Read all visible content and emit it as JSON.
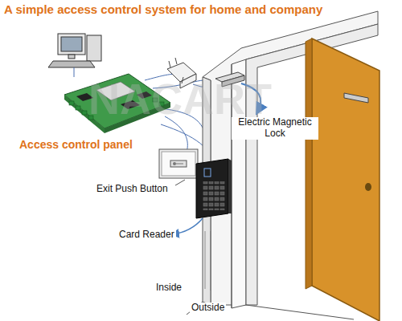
{
  "diagram": {
    "title": "A simple access control system for home and company",
    "labels": [
      "Access control panel",
      "Electric Magnetic Lock",
      "Exit Push Button",
      "Card Reader",
      "Inside",
      "Outside",
      "NACART"
    ]
  }
}
